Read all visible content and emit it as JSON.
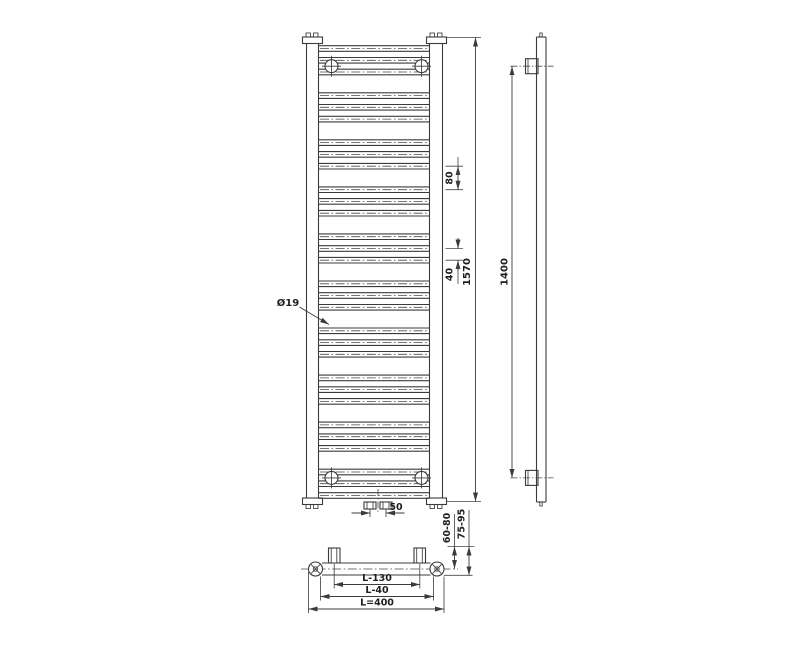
{
  "drawing": {
    "background": "#ffffff",
    "line_color": "#3b3b3b",
    "text_color": "#1f1f1f",
    "dimensions": {
      "tube_diameter": "Ø19",
      "group_gap": "80",
      "tube_pitch": "40",
      "overall_height": "1570",
      "bracket_height_spacing": "1400",
      "valve_center_spacing": "50",
      "wall_to_tube_center": "60-80",
      "wall_to_front_face": "75-95",
      "bracket_width_spacing": "L-130",
      "collector_spacing": "L-40",
      "overall_width": "L=400"
    }
  }
}
